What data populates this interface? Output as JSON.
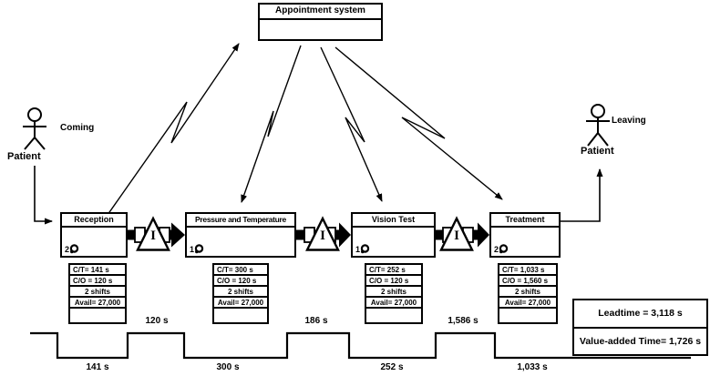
{
  "appointment": {
    "title": "Appointment system"
  },
  "patient_in": {
    "caption": "Coming",
    "label": "Patient"
  },
  "patient_out": {
    "caption": "Leaving",
    "label": "Patient"
  },
  "processes": [
    {
      "name": "Reception",
      "operators": "2",
      "metrics": [
        "C/T= 141 s",
        "C/O = 120 s",
        "2 shifts",
        "Avail= 27,000"
      ]
    },
    {
      "name": "Pressure and Temperature",
      "operators": "1",
      "metrics": [
        "C/T= 300 s",
        "C/O = 120 s",
        "2 shifts",
        "Avail= 27,000"
      ]
    },
    {
      "name": "Vision Test",
      "operators": "1",
      "metrics": [
        "C/T= 252 s",
        "C/O = 120 s",
        "2 shifts",
        "Avail= 27,000"
      ]
    },
    {
      "name": "Treatment",
      "operators": "2",
      "metrics": [
        "C/T= 1,033 s",
        "C/O = 1,560 s",
        "2 shifts",
        "Avail= 27,000"
      ]
    }
  ],
  "inventories": [
    "I",
    "I",
    "I"
  ],
  "timeline": {
    "value_added_labels": [
      "141 s",
      "300 s",
      "252 s",
      "1,033 s"
    ],
    "waiting_labels": [
      "120 s",
      "186 s",
      "1,586 s"
    ]
  },
  "results": {
    "leadtime": "Leadtime = 3,118 s",
    "value_added_time": "Value-added Time= 1,726 s"
  },
  "colors": {
    "line": "#000000",
    "background": "#ffffff"
  }
}
